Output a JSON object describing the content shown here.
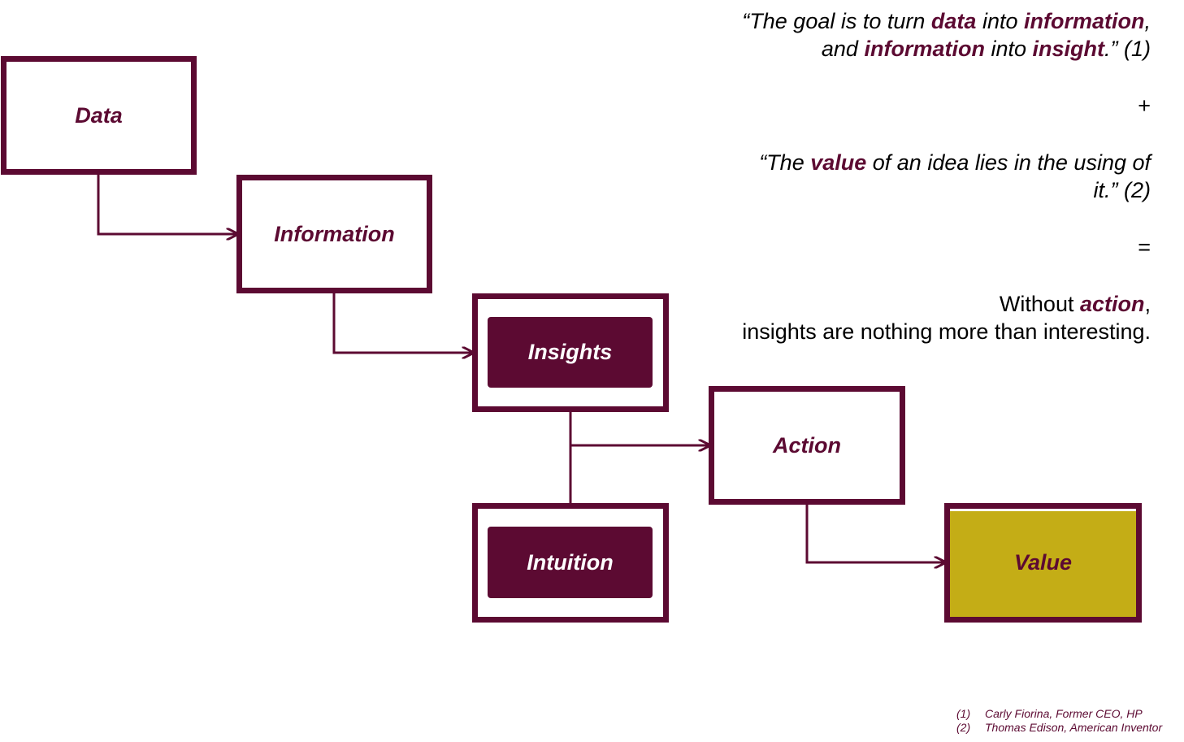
{
  "nodes": {
    "data": "Data",
    "information": "Information",
    "insights": "Insights",
    "intuition": "Intuition",
    "action": "Action",
    "value": "Value"
  },
  "quote1": {
    "p1": "“The goal is to turn ",
    "b1": "data",
    "p2": " into ",
    "b2": "information",
    "p3": ",",
    "p4": "and ",
    "b3": "information",
    "p5": " into ",
    "b4": "insight",
    "p6": ".” (1)"
  },
  "plus": "+",
  "quote2": {
    "p1": "“The ",
    "b1": "value",
    "p2": " of an idea lies in the using of",
    "p3": "it.” (2)"
  },
  "equals": "=",
  "conclusion": {
    "p1": "Without ",
    "b1": "action",
    "p2": ",",
    "p3": "insights are nothing more than interesting."
  },
  "footnotes": [
    {
      "num": "(1)",
      "text": "Carly Fiorina, Former CEO, HP"
    },
    {
      "num": "(2)",
      "text": "Thomas Edison, American Inventor"
    }
  ],
  "colors": {
    "primary": "#5c0a32",
    "value_fill": "#c4ad16",
    "background": "#ffffff"
  }
}
